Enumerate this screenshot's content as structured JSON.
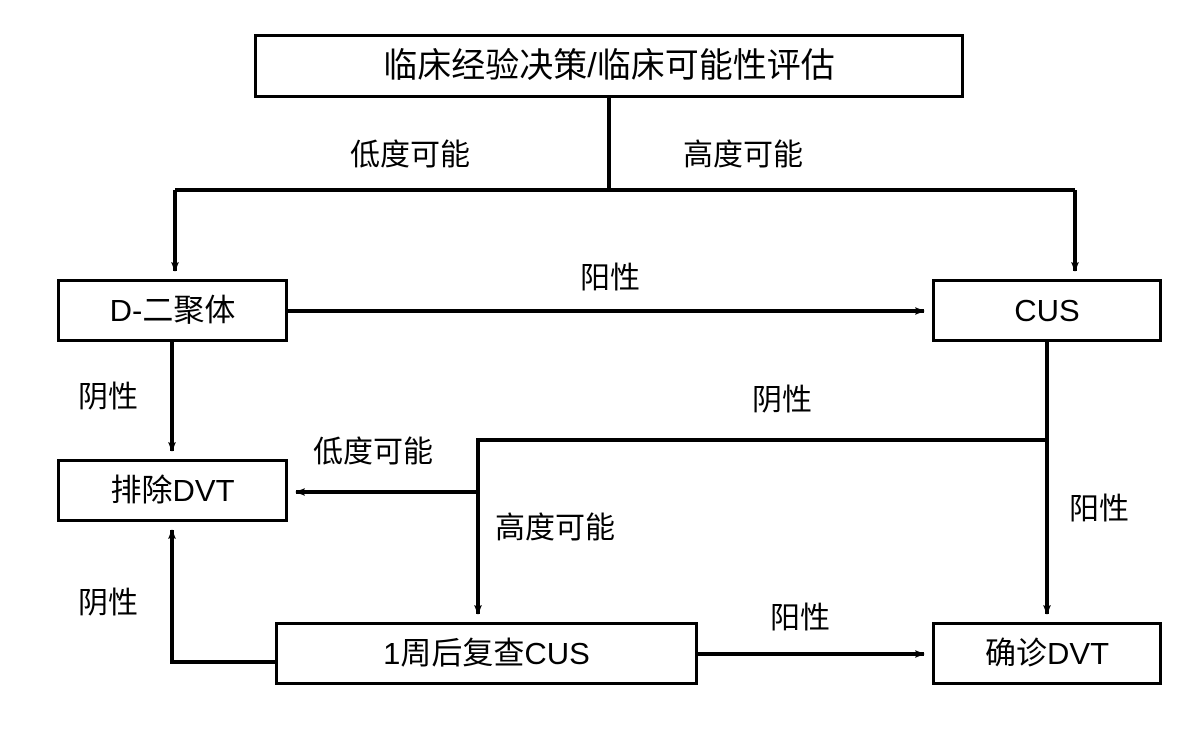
{
  "diagram": {
    "title": "临床经验决策/临床可能性评估",
    "nodes": {
      "assessment": "临床经验决策/临床可能性评估",
      "d_dimer": "D-二聚体",
      "cus": "CUS",
      "exclude_dvt": "排除DVT",
      "repeat_cus": "1周后复查CUS",
      "confirm_dvt": "确诊DVT"
    },
    "edge_labels": {
      "low_probability_top": "低度可能",
      "high_probability_top": "高度可能",
      "d_dimer_positive": "阳性",
      "d_dimer_negative": "阴性",
      "cus_negative": "阴性",
      "cus_positive": "阳性",
      "low_probability_mid": "低度可能",
      "high_probability_mid": "高度可能",
      "repeat_cus_negative": "阴性",
      "repeat_cus_positive": "阳性"
    },
    "colors": {
      "stroke": "#000000",
      "background": "#ffffff",
      "text": "#000000"
    }
  }
}
